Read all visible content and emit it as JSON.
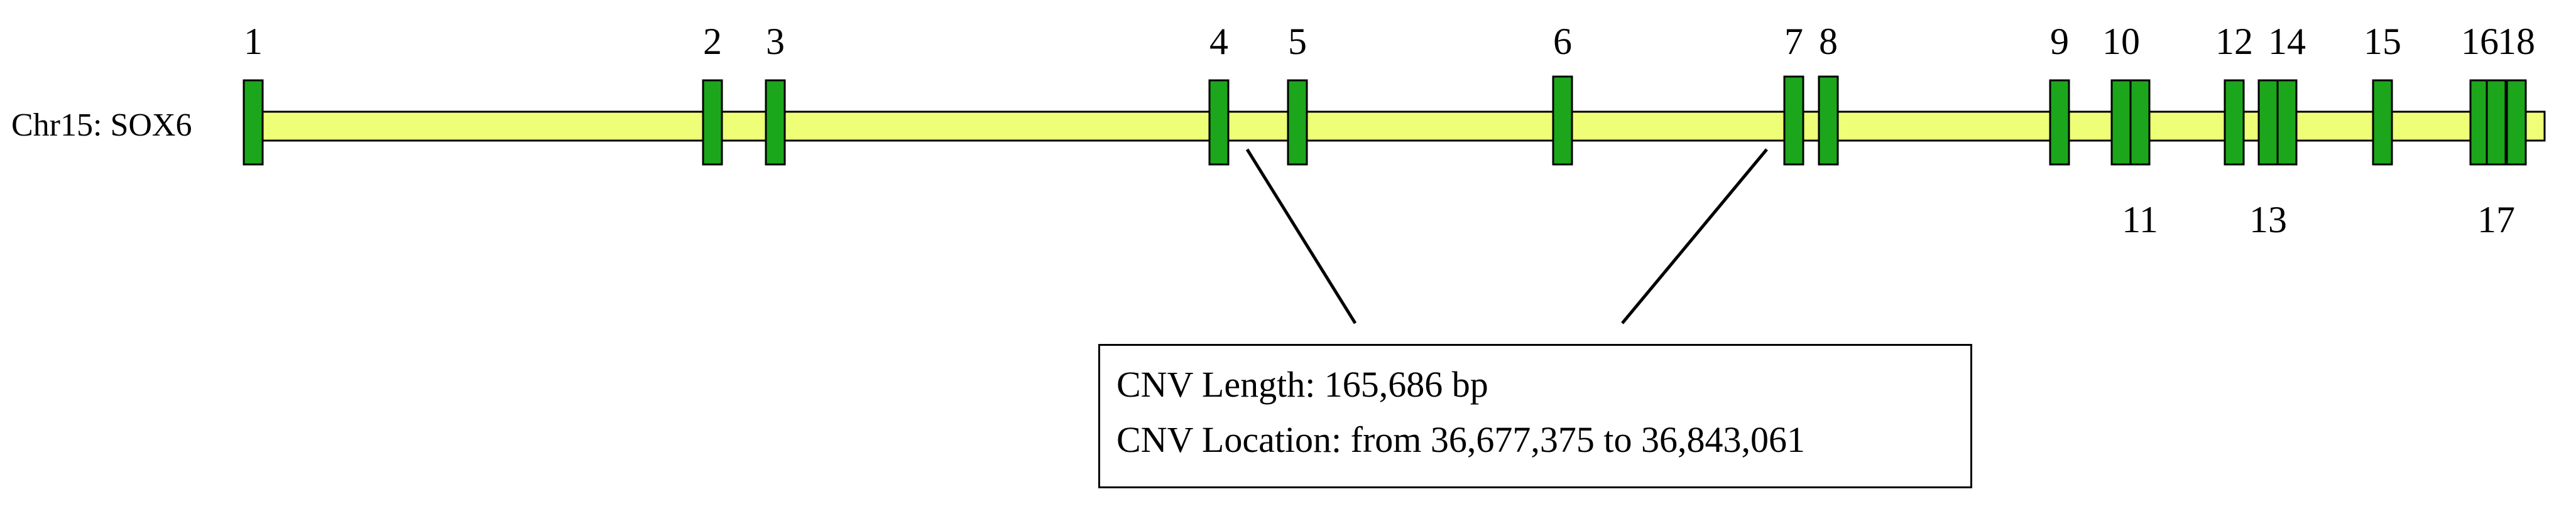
{
  "gene": {
    "label": "Chr15: SOX6",
    "bar_color": "#EEFF77",
    "exon_color": "#1CA61C"
  },
  "exons": [
    {
      "number": "1",
      "label_side": "top"
    },
    {
      "number": "2",
      "label_side": "top"
    },
    {
      "number": "3",
      "label_side": "top"
    },
    {
      "number": "4",
      "label_side": "top"
    },
    {
      "number": "5",
      "label_side": "top"
    },
    {
      "number": "6",
      "label_side": "top"
    },
    {
      "number": "7",
      "label_side": "top"
    },
    {
      "number": "8",
      "label_side": "top"
    },
    {
      "number": "9",
      "label_side": "top"
    },
    {
      "number": "10",
      "label_side": "top"
    },
    {
      "number": "11",
      "label_side": "bottom"
    },
    {
      "number": "12",
      "label_side": "top"
    },
    {
      "number": "13",
      "label_side": "bottom"
    },
    {
      "number": "14",
      "label_side": "top"
    },
    {
      "number": "15",
      "label_side": "top"
    },
    {
      "number": "16",
      "label_side": "top"
    },
    {
      "number": "17",
      "label_side": "bottom"
    },
    {
      "number": "18",
      "label_side": "top"
    }
  ],
  "cnv": {
    "length_text": "CNV Length: 165,686 bp",
    "location_text": "CNV Location: from 36,677,375 to 36,843,061",
    "start_exon": "4",
    "end_exon": "7"
  }
}
